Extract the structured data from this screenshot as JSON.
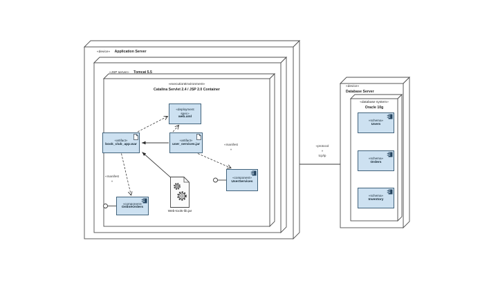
{
  "diagram": {
    "app_server": {
      "stereotype": "«device»",
      "name": "Application Server"
    },
    "tomcat": {
      "stereotype": "«JSP server»",
      "name": "Tomcat 5.5"
    },
    "exec_env": {
      "stereotype": "«executionEnvironment»",
      "name": "Catalina Servlet 2.4 / JSP 2.0 Container"
    },
    "web_xml": {
      "stereotype_line1": "«deployment",
      "stereotype_line2": "spec»",
      "name": "web.xml"
    },
    "book_war": {
      "stereotype": "«artifact»",
      "name": "book_club_app.war"
    },
    "user_jar": {
      "stereotype": "«artifact»",
      "name": "user_services.jar"
    },
    "user_services": {
      "stereotype": "«component»",
      "name": "UserServices"
    },
    "online_orders": {
      "stereotype": "«component»",
      "name": "OnlineOrders"
    },
    "web_tools_lib": {
      "name": "Web-tools-lib.jar"
    },
    "manifest_left": {
      "line1": "«manifest",
      "line2": "»"
    },
    "manifest_right": {
      "line1": "«manifest",
      "line2": "»"
    },
    "protocol": {
      "line1": "«protocol",
      "line2": "»",
      "name": "tcp/ip"
    },
    "db_server": {
      "stereotype": "«device»",
      "name": "Database Server"
    },
    "oracle": {
      "stereotype": "«database system»",
      "name": "Oracle 10g"
    },
    "schemas": [
      {
        "stereotype": "«schema»",
        "name": "Users"
      },
      {
        "stereotype": "«schema»",
        "name": "Orders"
      },
      {
        "stereotype": "«schema»",
        "name": "Inventory"
      }
    ],
    "colors": {
      "box_fill": "#cde1f1",
      "box_border": "#3f617a",
      "node_stroke": "#4d4d4d",
      "line": "#3a3a3a",
      "component_icon": "#24435e"
    }
  }
}
